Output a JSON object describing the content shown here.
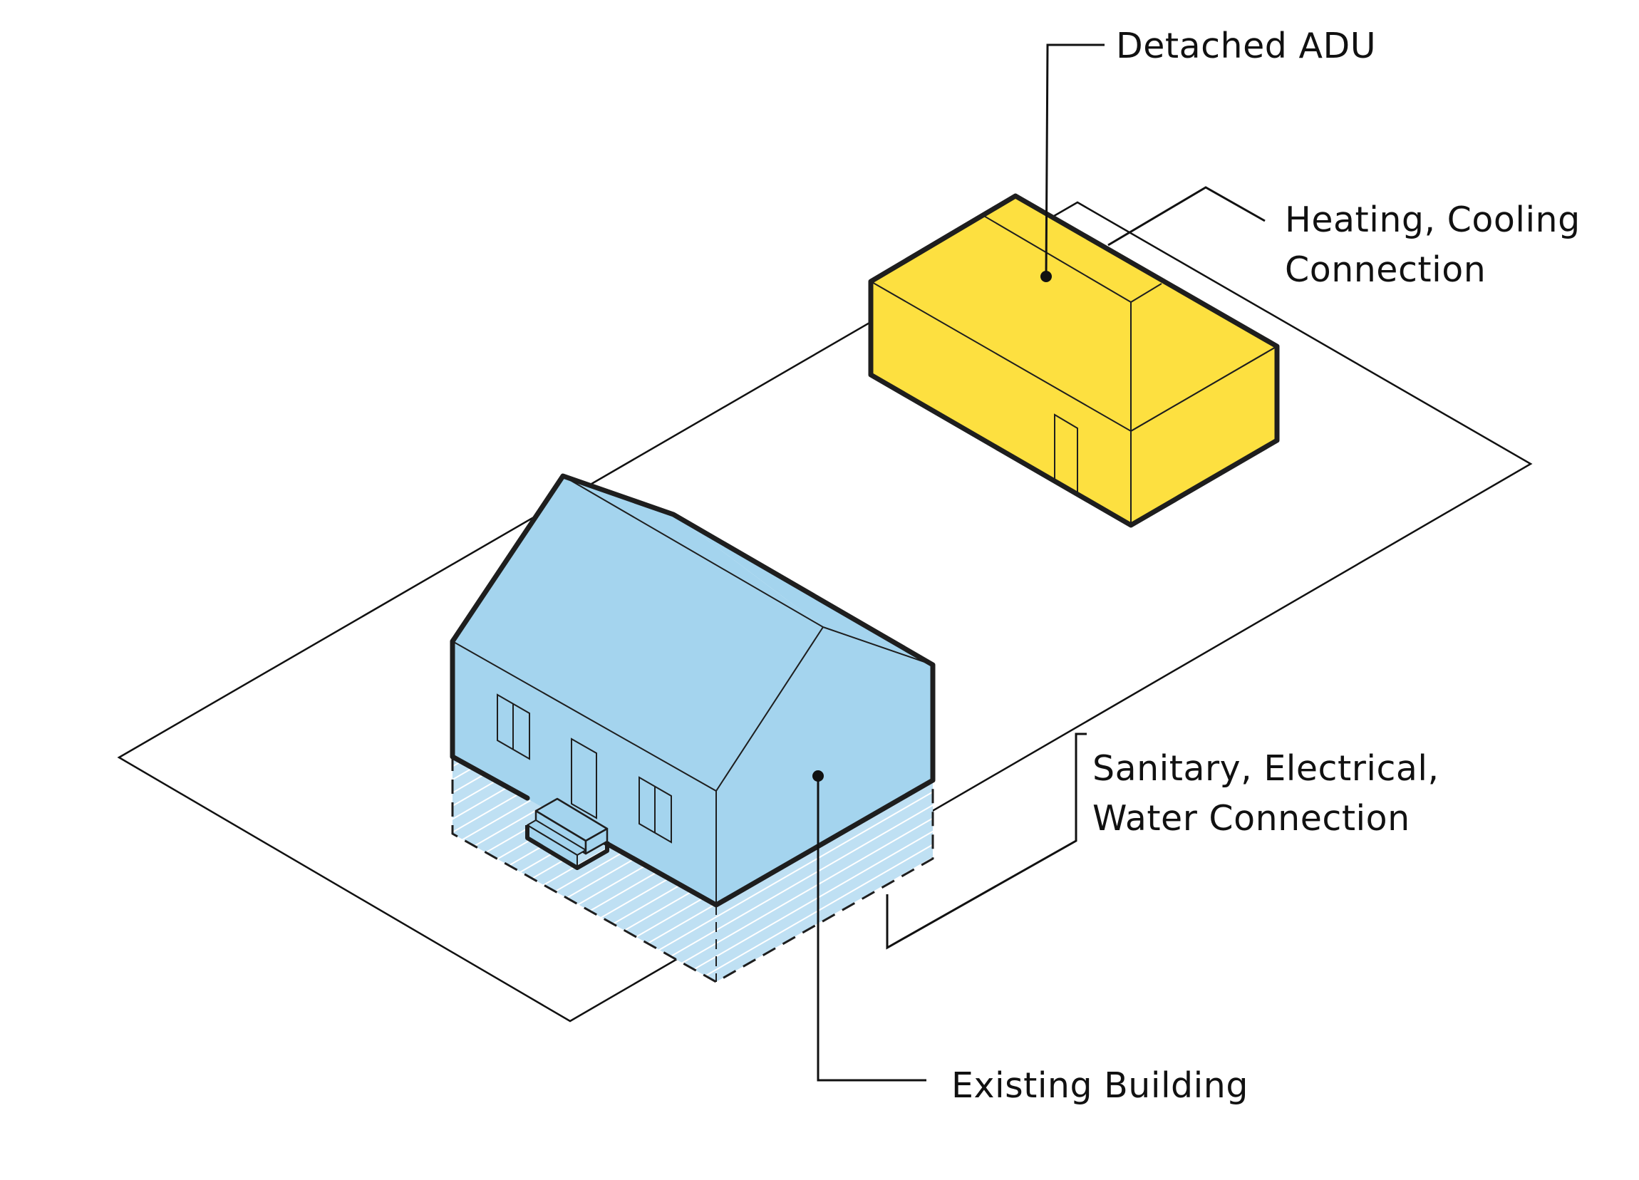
{
  "labels": {
    "detached_adu": "Detached ADU",
    "heating_cooling_line1": "Heating, Cooling",
    "heating_cooling_line2": "Connection",
    "utilities_line1": "Sanitary, Electrical,",
    "utilities_line2": "Water Connection",
    "existing_building": "Existing Building"
  },
  "colors": {
    "adu_fill": "#FDE040",
    "house_fill": "#A4D4EE",
    "basement_fill": "#BFE0F3",
    "hatch": "#FFFFFF",
    "outline": "#1E1E1E",
    "line": "#111111"
  }
}
